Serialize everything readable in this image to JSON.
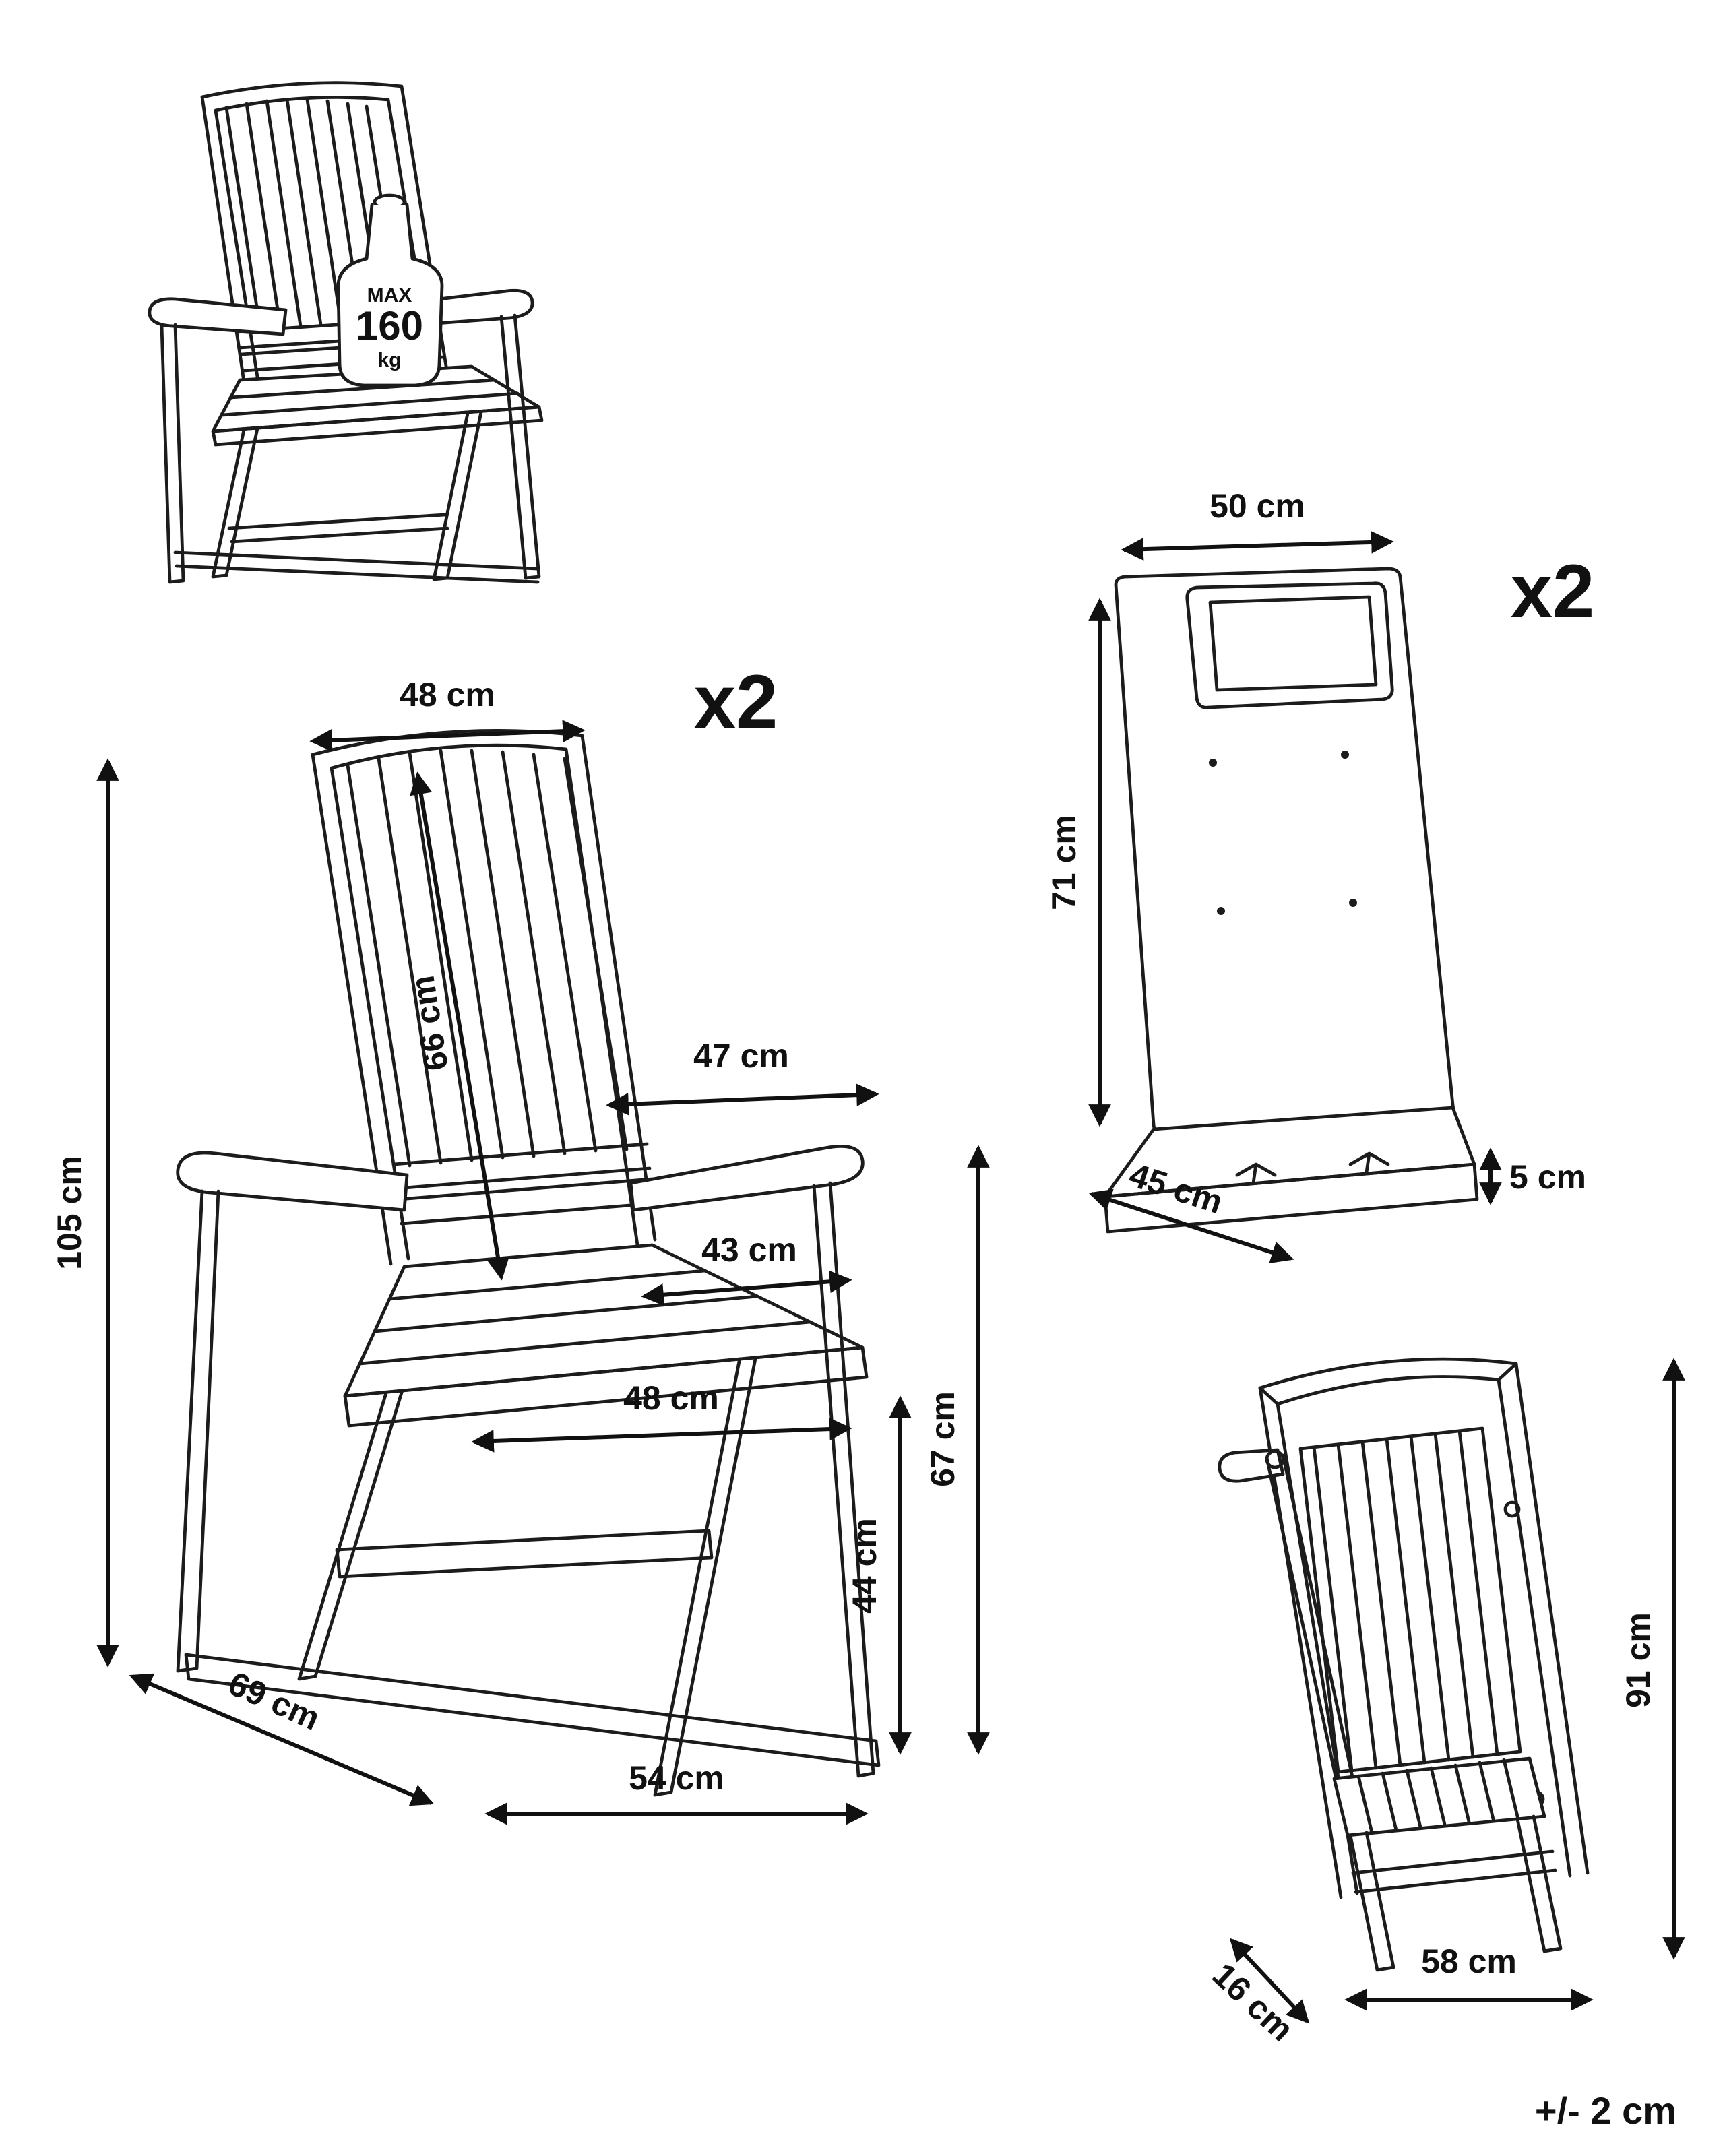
{
  "diagram": {
    "tolerance_note": "+/- 2 cm",
    "weight_limit": {
      "label": "MAX",
      "value": "160",
      "unit": "kg"
    },
    "chair": {
      "quantity": "x2",
      "dimensions": {
        "back_width": "48 cm",
        "backrest_height": "66 cm",
        "total_height": "105 cm",
        "armrest_depth": "47 cm",
        "seat_depth": "43 cm",
        "seat_width": "48 cm",
        "seat_height": "44 cm",
        "armrest_height": "67 cm",
        "total_depth": "69 cm",
        "front_width": "54 cm"
      }
    },
    "cushion": {
      "quantity": "x2",
      "dimensions": {
        "width": "50 cm",
        "back_height": "71 cm",
        "seat_depth": "45 cm",
        "thickness": "5 cm"
      }
    },
    "folded_chair": {
      "dimensions": {
        "height": "91 cm",
        "depth": "16 cm",
        "width": "58 cm"
      }
    }
  }
}
